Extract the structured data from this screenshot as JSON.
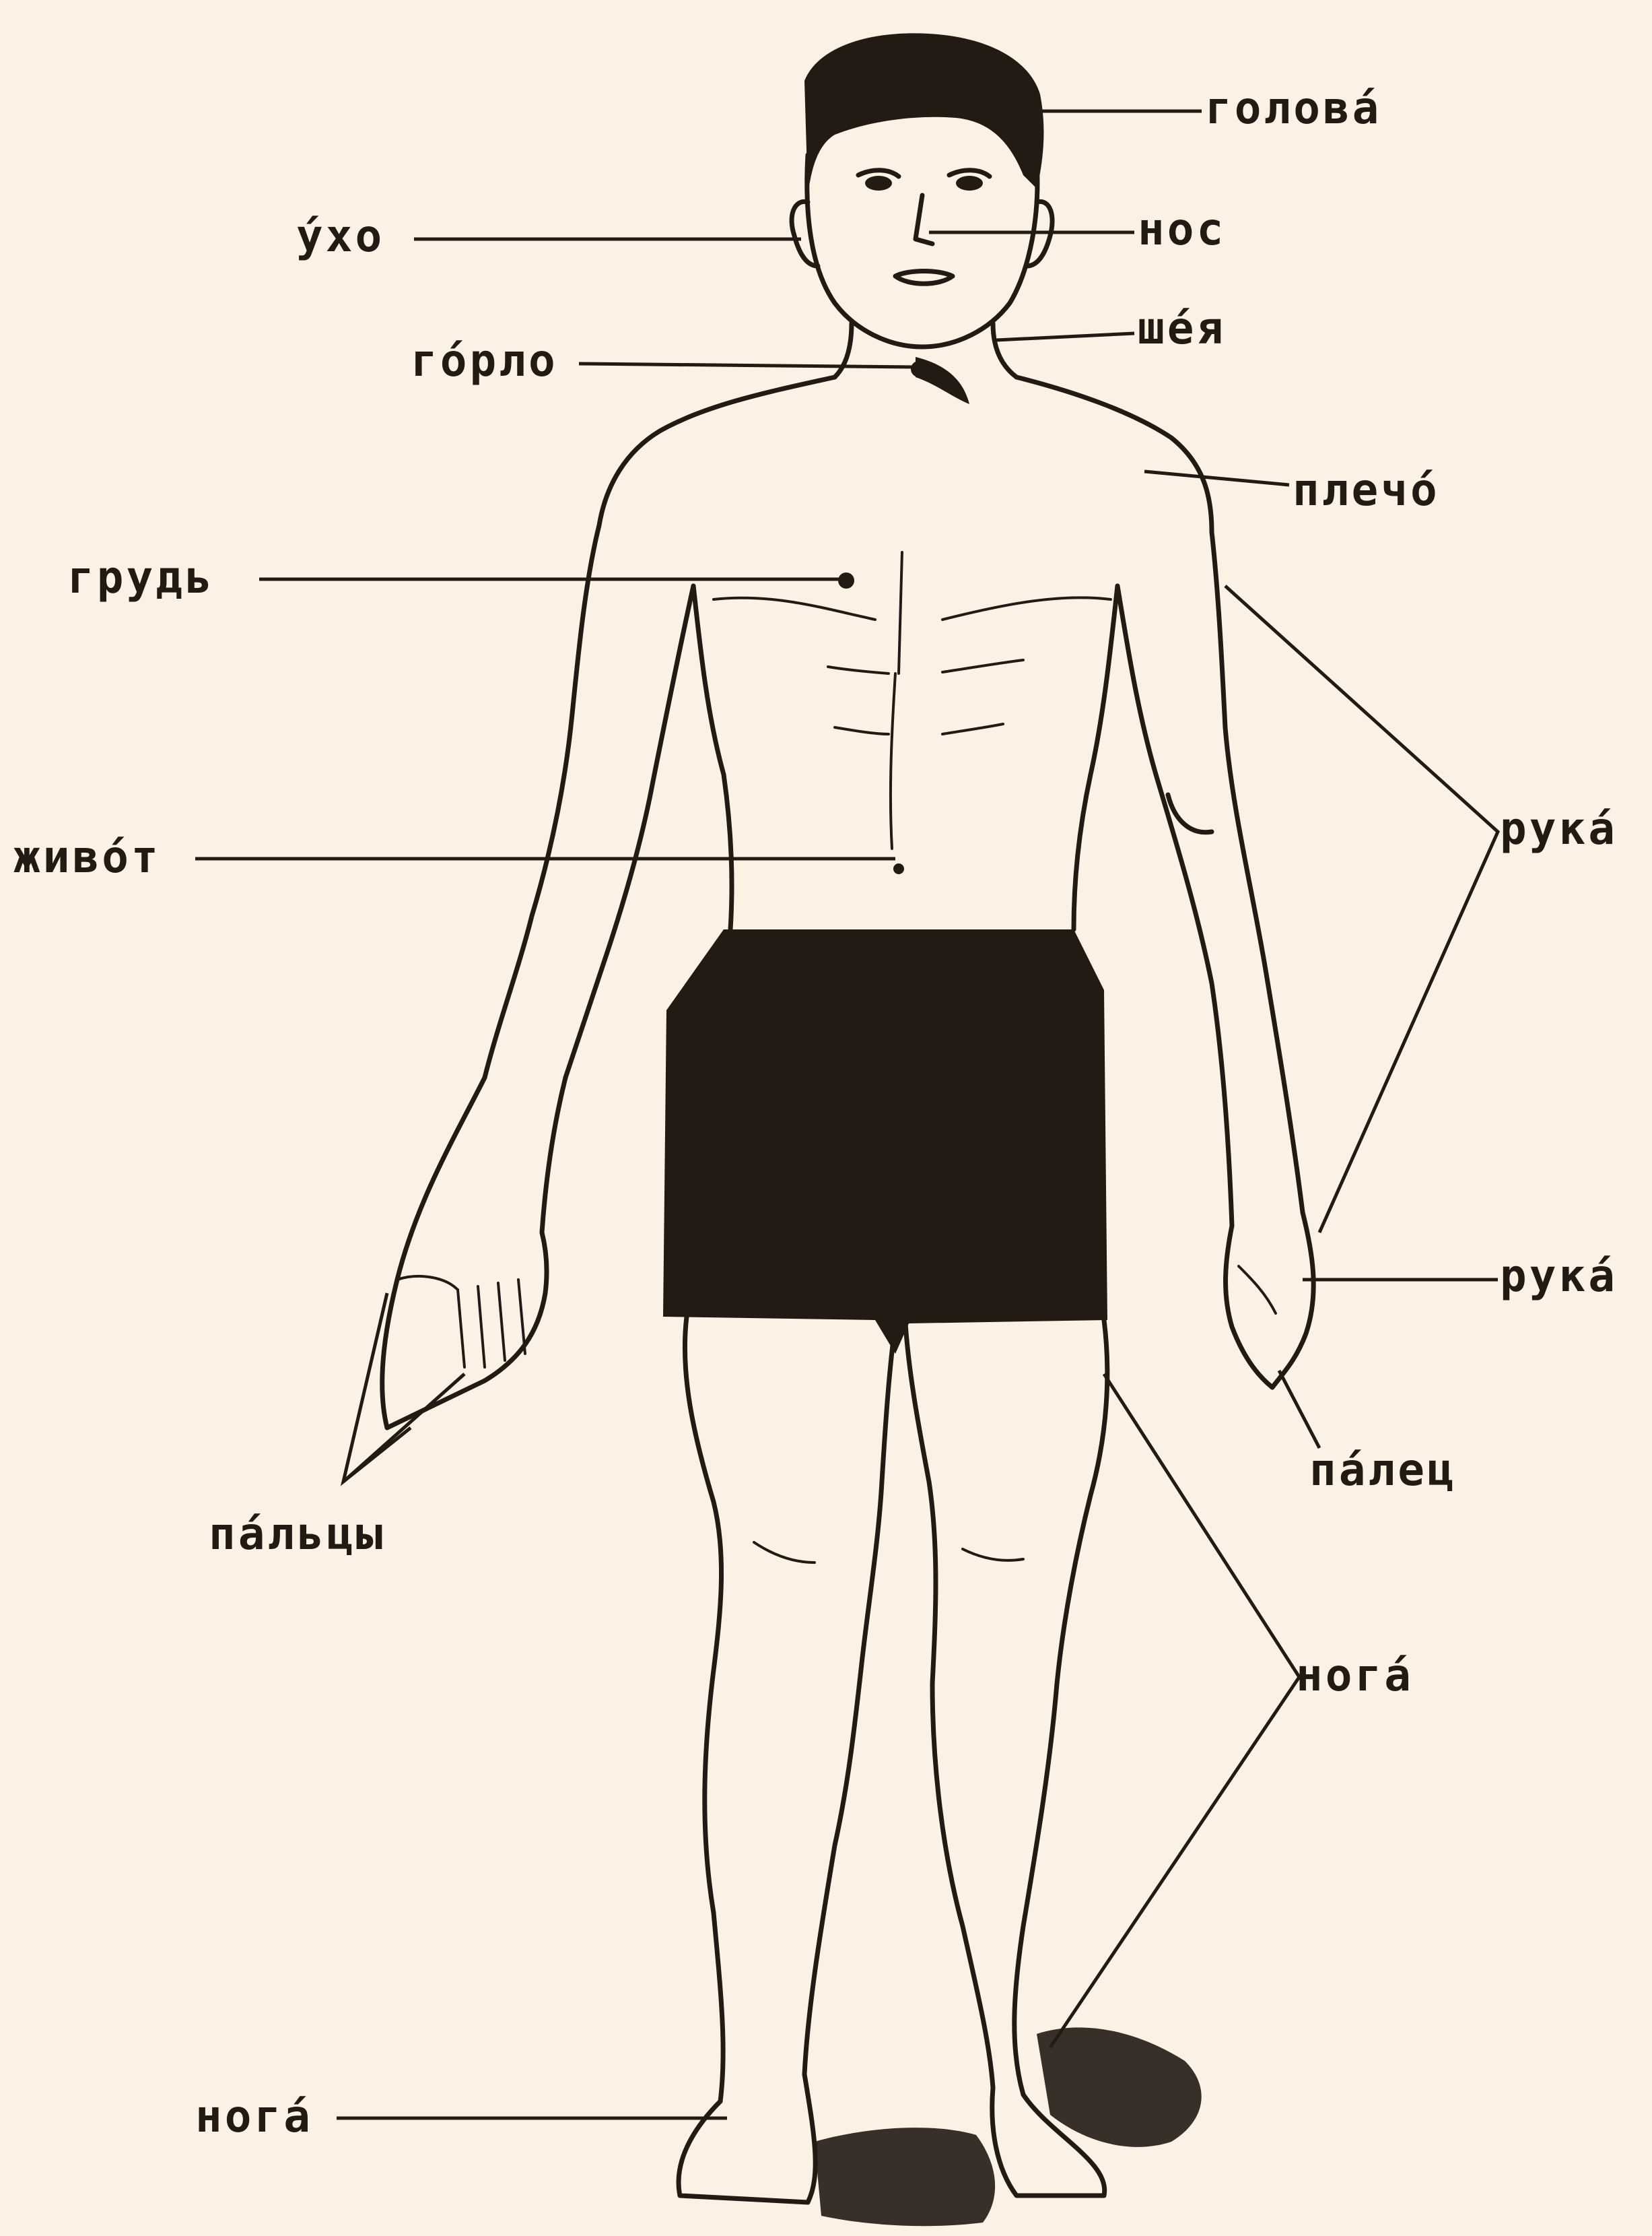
{
  "labels": {
    "head": "голова́",
    "ear": "у́хо",
    "nose": "нос",
    "neck": "ше́я",
    "throat": "го́рло",
    "shoulder": "плечо́",
    "chest": "грудь",
    "arm": "рука́",
    "belly": "живо́т",
    "hand": "рука́",
    "finger": "па́лец",
    "fingers": "па́льцы",
    "leg": "нога́",
    "foot": "нога́"
  },
  "colors": {
    "paper": "#fbf1e4",
    "ink": "#231a14"
  }
}
